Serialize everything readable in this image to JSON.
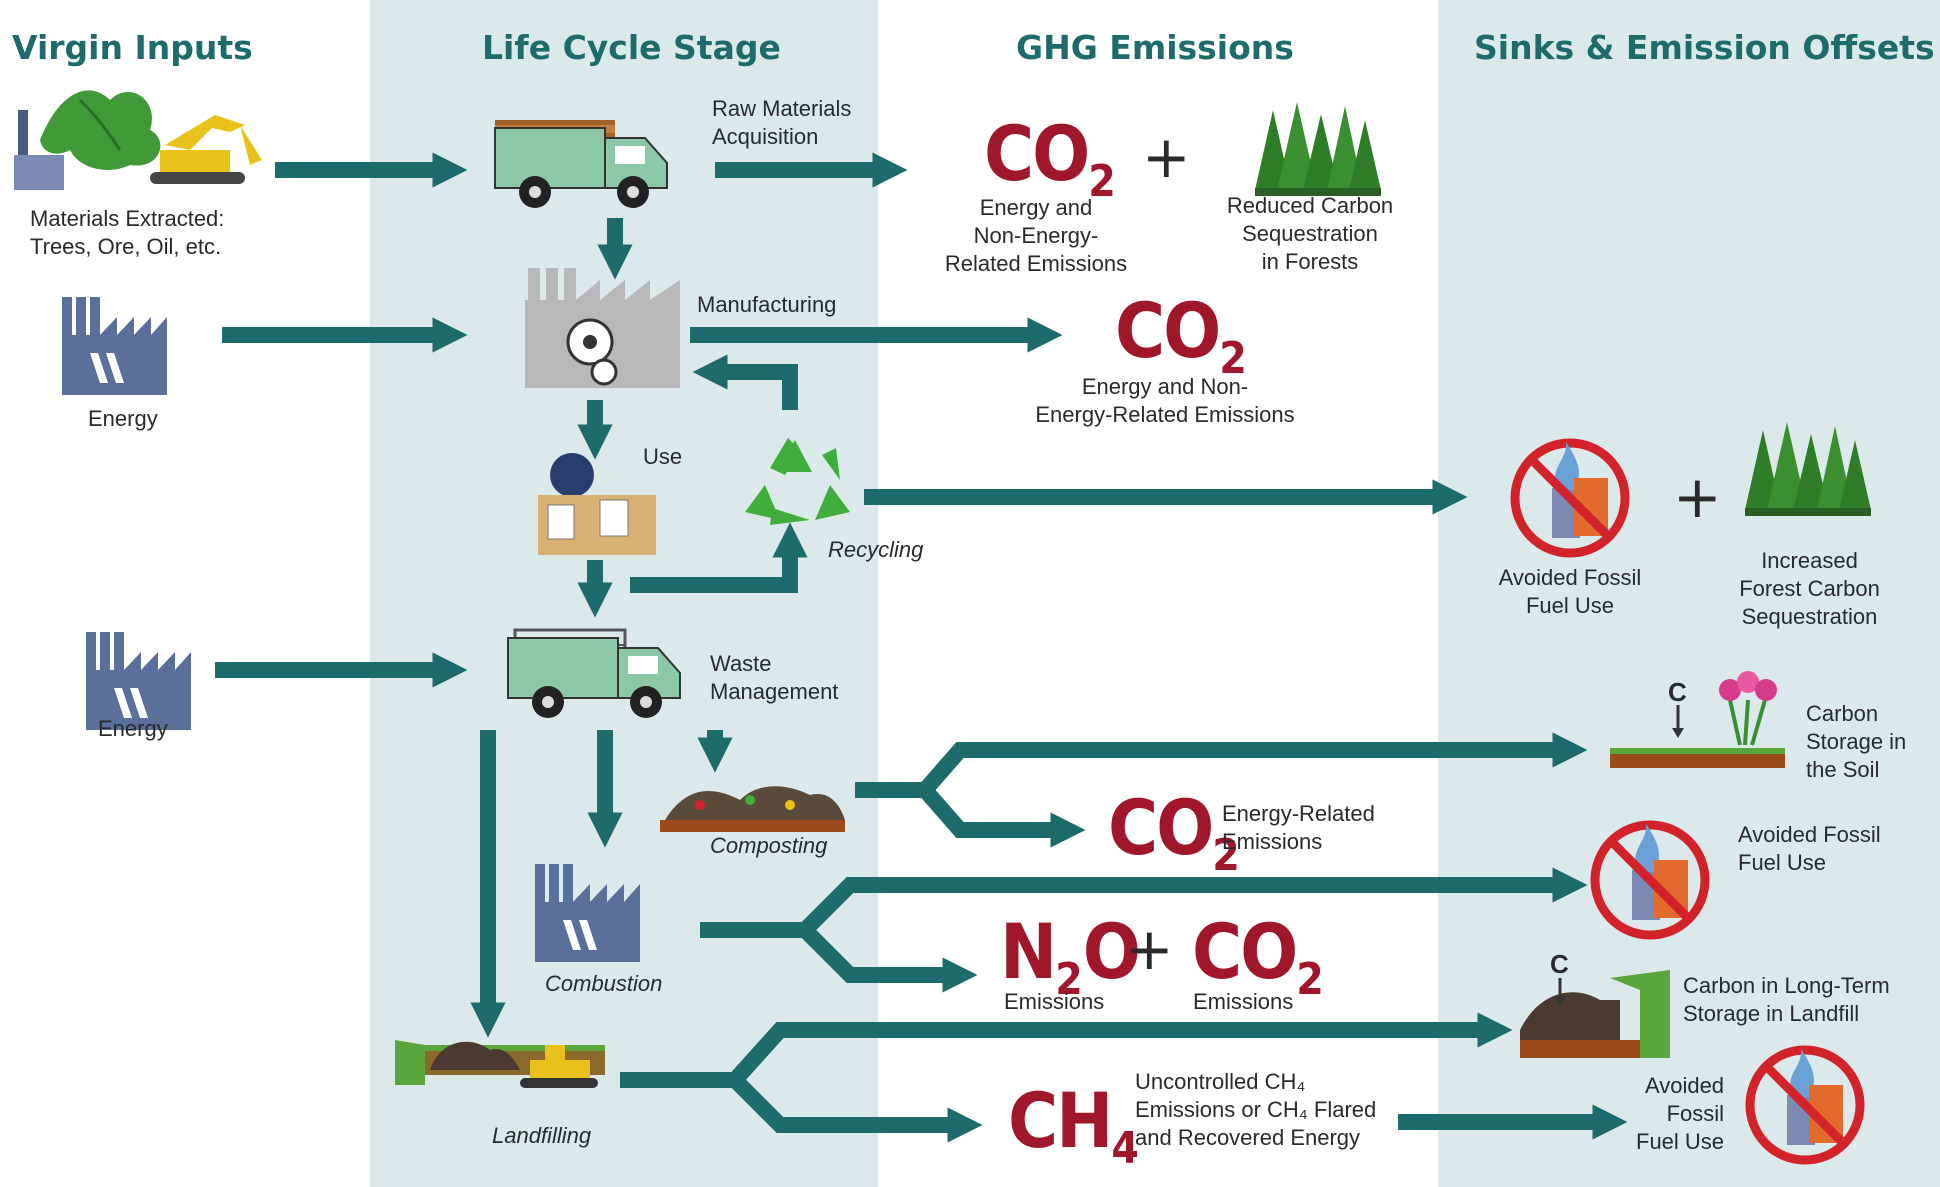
{
  "columns": {
    "virgin_inputs": "Virgin Inputs",
    "life_cycle_stage": "Life Cycle Stage",
    "ghg_emissions": "GHG Emissions",
    "sinks_offsets": "Sinks & Emission Offsets"
  },
  "inputs": {
    "materials": "Materials Extracted:\nTrees, Ore, Oil, etc.",
    "energy_1": "Energy",
    "energy_2": "Energy"
  },
  "stages": {
    "raw_materials": "Raw Materials\nAcquisition",
    "manufacturing": "Manufacturing",
    "use": "Use",
    "recycling": "Recycling",
    "waste_management": "Waste\nManagement",
    "composting": "Composting",
    "combustion": "Combustion",
    "landfilling": "Landfilling"
  },
  "emissions": {
    "co2_raw": {
      "base": "CO",
      "sub": "2",
      "label": "Energy and\nNon-Energy-\nRelated Emissions"
    },
    "plus_1": "+",
    "reduced_sequestration": "Reduced Carbon\nSequestration\nin Forests",
    "co2_manufacturing": {
      "base": "CO",
      "sub": "2",
      "label": "Energy and Non-\nEnergy-Related Emissions"
    },
    "co2_composting": {
      "base": "CO",
      "sub": "2",
      "label": "Energy-Related\nEmissions"
    },
    "n2o_combustion": {
      "base_a": "N",
      "sub": "2",
      "base_b": "O",
      "label": "Emissions"
    },
    "plus_2": "+",
    "co2_combustion": {
      "base": "CO",
      "sub": "2",
      "label": "Emissions"
    },
    "ch4_landfill": {
      "base": "CH",
      "sub": "4",
      "label": "Uncontrolled CH₄\nEmissions or CH₄ Flared\nand Recovered Energy"
    }
  },
  "offsets": {
    "avoided_fossil_1": "Avoided Fossil\nFuel Use",
    "plus_3": "+",
    "increased_sequestration": "Increased\nForest Carbon\nSequestration",
    "carbon_soil": "Carbon\nStorage in\nthe Soil",
    "avoided_fossil_2": "Avoided Fossil\nFuel Use",
    "carbon_landfill": "Carbon in Long-Term\nStorage in Landfill",
    "avoided_fossil_3": "Avoided\nFossil\nFuel Use",
    "carbon_symbol": "C"
  },
  "colors": {
    "arrow": "#1d6b6a",
    "chem": "#a0162b",
    "panel": "#dce9ea",
    "no_sign": "#d2232a"
  }
}
